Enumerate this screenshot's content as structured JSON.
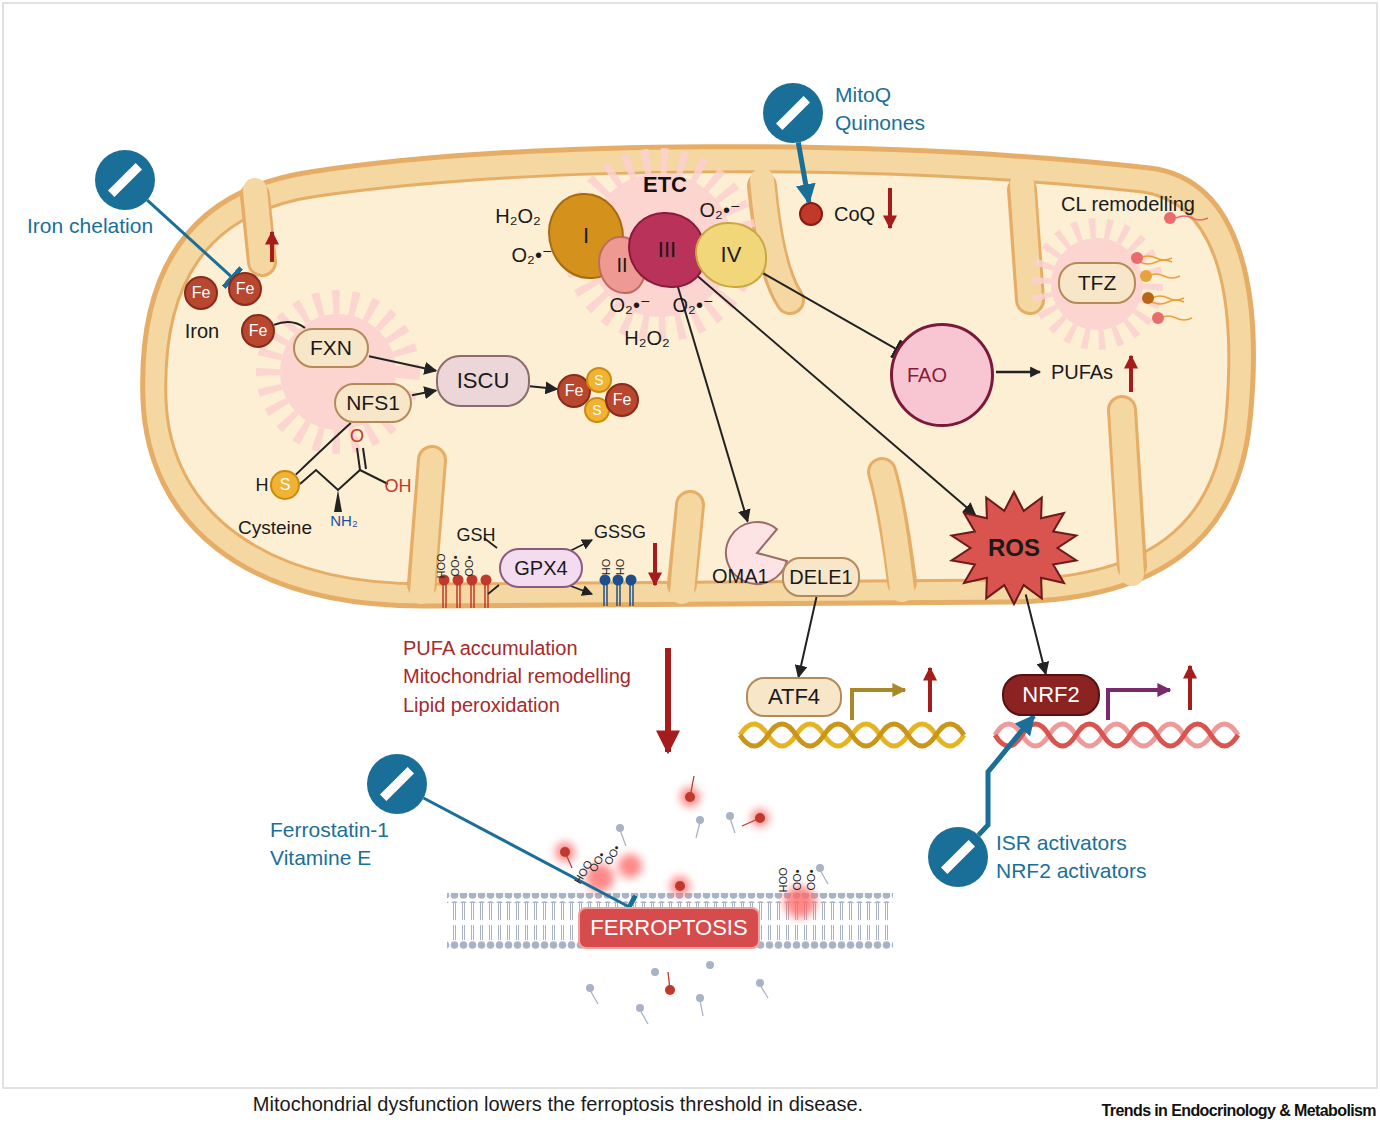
{
  "diagram": {
    "caption": "Mitochondrial dysfunction lowers the ferroptosis threshold in disease.",
    "nodes": [
      {
        "text": [
          "Iron chelation"
        ]
      },
      {
        "text": [
          "MitoQ Quinones"
        ]
      },
      {
        "text": [
          "I"
        ]
      },
      {
        "text": [
          "II"
        ]
      },
      {
        "text": [
          "III"
        ]
      },
      {
        "text": [
          "IV"
        ]
      },
      {
        "text": [
          "CoQ"
        ]
      },
      {
        "text": [
          "TFZ"
        ]
      },
      {
        "text": [
          "Fe"
        ]
      },
      {
        "text": [
          "Fe"
        ]
      },
      {
        "text": [
          "Fe"
        ]
      },
      {
        "text": [
          "FXN"
        ]
      },
      {
        "text": [
          "NFS1"
        ]
      },
      {
        "text": [
          "ISCU"
        ]
      },
      {
        "text": [
          "Fe"
        ]
      },
      {
        "text": [
          "S"
        ]
      },
      {
        "text": [
          "S"
        ]
      },
      {
        "text": [
          "Fe"
        ]
      },
      {
        "text": [
          "FAO"
        ]
      },
      {
        "text": [
          "S"
        ]
      },
      {
        "text": [
          "GPX4"
        ]
      },
      {
        "text": [
          "OMA1"
        ]
      },
      {
        "text": [
          "DELE1"
        ]
      },
      {
        "text": [
          "ROS"
        ]
      },
      {
        "text": [
          "ATF4"
        ]
      },
      {
        "text": [
          "NRF2"
        ]
      },
      {
        "text": [
          "Ferrostatin-1 Vitamine E"
        ]
      },
      {
        "text": [
          "FERROPTOSIS"
        ]
      },
      {
        "text": [
          "ISR activators NRF2 activators"
        ]
      }
    ],
    "edges": [
      {
        "from": 0,
        "to": 9,
        "arrow": "to"
      },
      {
        "from": 1,
        "to": 6,
        "arrow": "to"
      },
      {
        "from": 10,
        "to": 11,
        "arrow": "none"
      },
      {
        "from": 11,
        "to": 13,
        "arrow": "to"
      },
      {
        "from": 12,
        "to": 13,
        "arrow": "to"
      },
      {
        "from": 13,
        "to": 14,
        "arrow": "to"
      },
      {
        "from": 19,
        "to": 12,
        "arrow": "none"
      },
      {
        "from": 5,
        "to": 18,
        "arrow": "to"
      },
      {
        "from": 4,
        "to": 21,
        "arrow": "to"
      },
      {
        "from": 4,
        "to": 23,
        "arrow": "to"
      },
      {
        "from": 22,
        "to": 24,
        "arrow": "to"
      },
      {
        "from": 23,
        "to": 25,
        "arrow": "to"
      },
      {
        "from": 26,
        "to": 27,
        "arrow": "to"
      },
      {
        "from": 28,
        "to": 25,
        "arrow": "to"
      }
    ],
    "labels": [
      "ETC",
      "H₂O₂",
      "O₂•⁻",
      "O₂•⁻",
      "O₂•⁻",
      "O₂•⁻",
      "H₂O₂",
      "Iron",
      "CL remodelling",
      "PUFAs",
      "H",
      "O",
      "OH",
      "NH₂",
      "Cysteine",
      "GSH",
      "GSSG",
      "HOO",
      "OO•",
      "OO•",
      "HO",
      "HO",
      "PUFA accumulation",
      "Mitochondrial remodelling",
      "Lipid peroxidation",
      "HOO",
      "OO•",
      "OO•",
      "HOO",
      "OO•",
      "OO•",
      "Trends in Endocrinology & Metabolism"
    ]
  }
}
